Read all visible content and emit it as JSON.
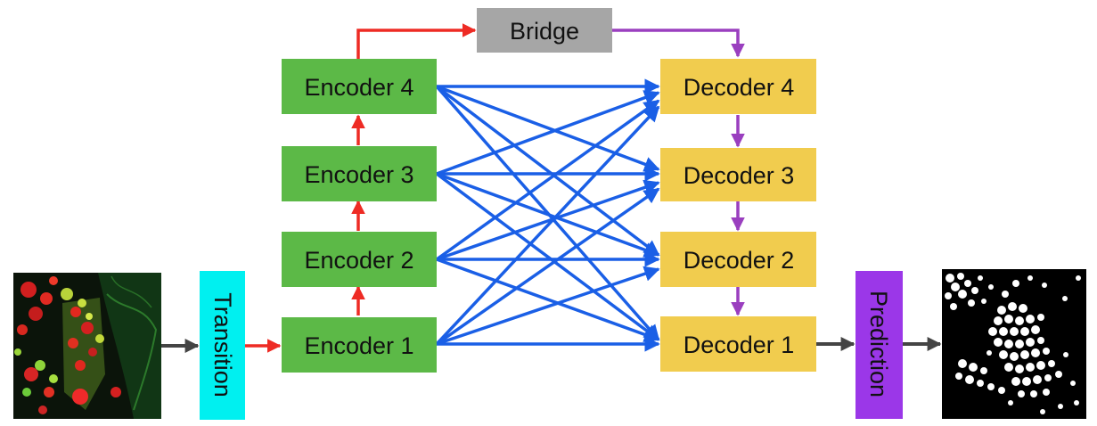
{
  "nodes": {
    "bridge": "Bridge",
    "encoder_4": "Encoder 4",
    "encoder_3": "Encoder 3",
    "encoder_2": "Encoder 2",
    "encoder_1": "Encoder 1",
    "decoder_4": "Decoder 4",
    "decoder_3": "Decoder 3",
    "decoder_2": "Decoder 2",
    "decoder_1": "Decoder 1",
    "transition": "Transition",
    "prediction": "Prediction"
  },
  "colors": {
    "encoder": "#5cb947",
    "decoder": "#f1cc4e",
    "bridge": "#a6a6a6",
    "transition": "#00f0f0",
    "prediction": "#9b37e8",
    "arrow_red": "#ee2b24",
    "arrow_blue": "#1a5fe6",
    "arrow_purple": "#9a3fbf",
    "arrow_gray": "#444444"
  },
  "images": {
    "input": "fluorescence-microscopy-image",
    "output": "binary-segmentation-mask"
  }
}
